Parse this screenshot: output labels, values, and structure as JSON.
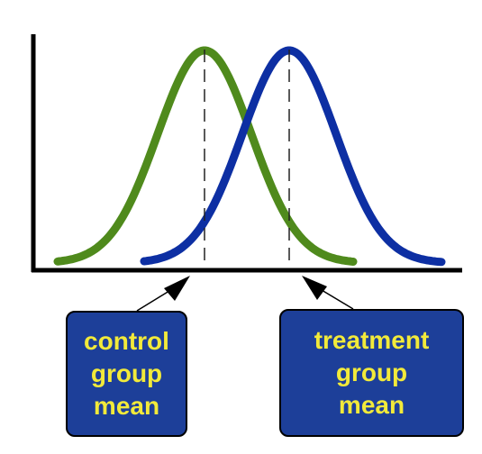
{
  "labels": {
    "control": [
      "control",
      "group",
      "mean"
    ],
    "treatment": [
      "treatment",
      "group",
      "mean"
    ]
  },
  "colors": {
    "control_curve": "#4f8a1c",
    "treatment_curve": "#0d2fa3",
    "box_fill": "#1d3f99",
    "box_text": "#f2ea3a",
    "axis": "#000000"
  }
}
